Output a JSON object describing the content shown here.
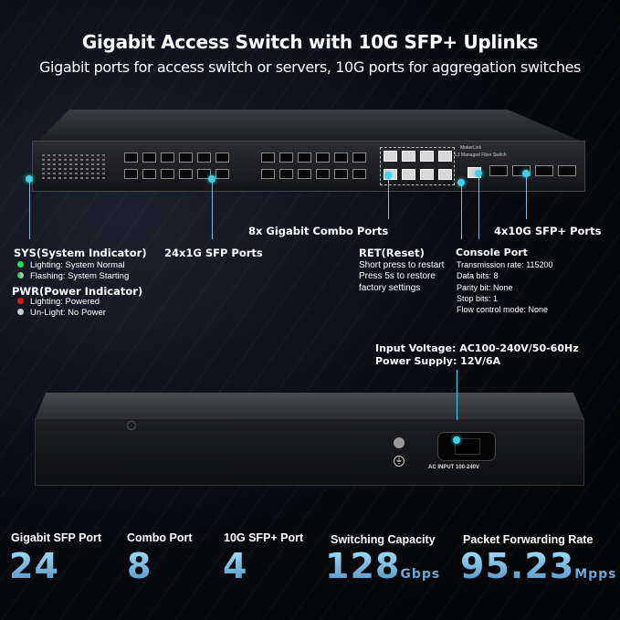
{
  "header": {
    "title": "Gigabit Access Switch with 10G SFP+ Uplinks",
    "subtitle": "Gigabit ports for access switch or servers, 10G ports for aggregation switches"
  },
  "device": {
    "brand": "MokerLink",
    "model_text": "L3 Managed Fiber Switch",
    "back_label": "AC INPUT 100-240V"
  },
  "callouts": {
    "combo": "8x Gigabit Combo Ports",
    "sfp1g": "24x1G SFP Ports",
    "sfp10g": "4x10G SFP+ Ports",
    "sys": {
      "title": "SYS(System Indicator)",
      "items": [
        {
          "text": "Lighting: System Normal",
          "color": "#22dd55"
        },
        {
          "text": "Flashing: System Starting",
          "color": "#22dd55"
        }
      ]
    },
    "pwr": {
      "title": "PWR(Power Indicator)",
      "items": [
        {
          "text": "Lighting: Powered",
          "color": "#e01010"
        },
        {
          "text": "Un-Light: No Power",
          "color": "#cccccc"
        }
      ]
    },
    "reset": {
      "title": "RET(Reset)",
      "lines": [
        "Short press to restart",
        "Press 5s to restore",
        "factory settings"
      ]
    },
    "console": {
      "title": "Console Port",
      "lines": [
        "Transmission rate: 115200",
        "Data bits: 8",
        "Parity bit: None",
        "Stop bits: 1",
        "Flow control mode: None"
      ]
    },
    "power": {
      "lines": [
        "Input Voltage: AC100-240V/50-60Hz",
        "Power Supply: 12V/6A"
      ]
    }
  },
  "stats": [
    {
      "label": "Gigabit SFP Port",
      "value": "24",
      "unit": ""
    },
    {
      "label": "Combo Port",
      "value": "8",
      "unit": ""
    },
    {
      "label": "10G SFP+ Port",
      "value": "4",
      "unit": ""
    },
    {
      "label": "Switching Capacity",
      "value": "128",
      "unit": "Gbps"
    },
    {
      "label": "Packet Forwarding Rate",
      "value": "95.23",
      "unit": "Mpps"
    }
  ],
  "colors": {
    "accent": "#3fd2e6",
    "stat_number": "#7fc8ec"
  }
}
